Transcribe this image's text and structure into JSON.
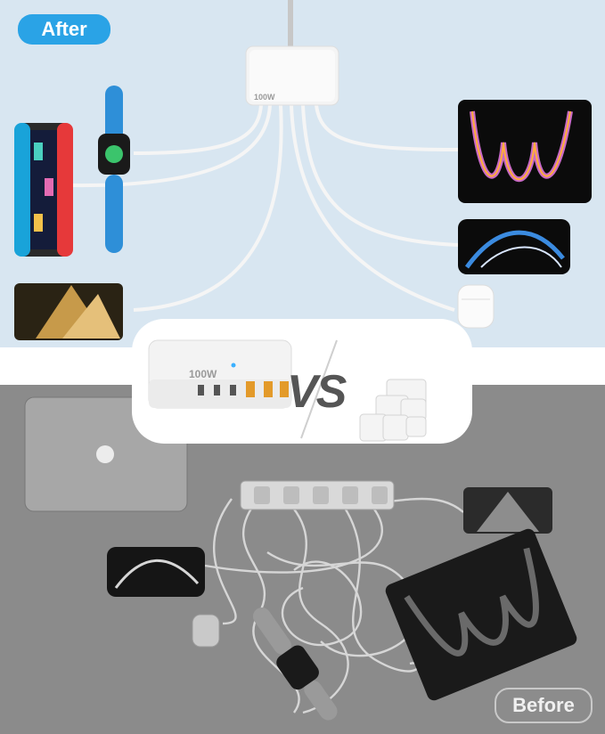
{
  "labels": {
    "after": "After",
    "before": "Before",
    "vs": "VS",
    "hub_wattage": "100W"
  },
  "devices_after": [
    "game-console",
    "smartwatch",
    "tablet",
    "smartphone",
    "android-phone",
    "earbuds"
  ],
  "devices_before": [
    "laptop",
    "power-strip",
    "android-phone",
    "smartphone",
    "earbuds",
    "smartwatch",
    "tablet"
  ],
  "colors": {
    "after_bg": "#d8e6f1",
    "before_bg": "#8b8b8b",
    "after_badge": "#2aa3e6",
    "before_badge": "#8c8c8c"
  }
}
